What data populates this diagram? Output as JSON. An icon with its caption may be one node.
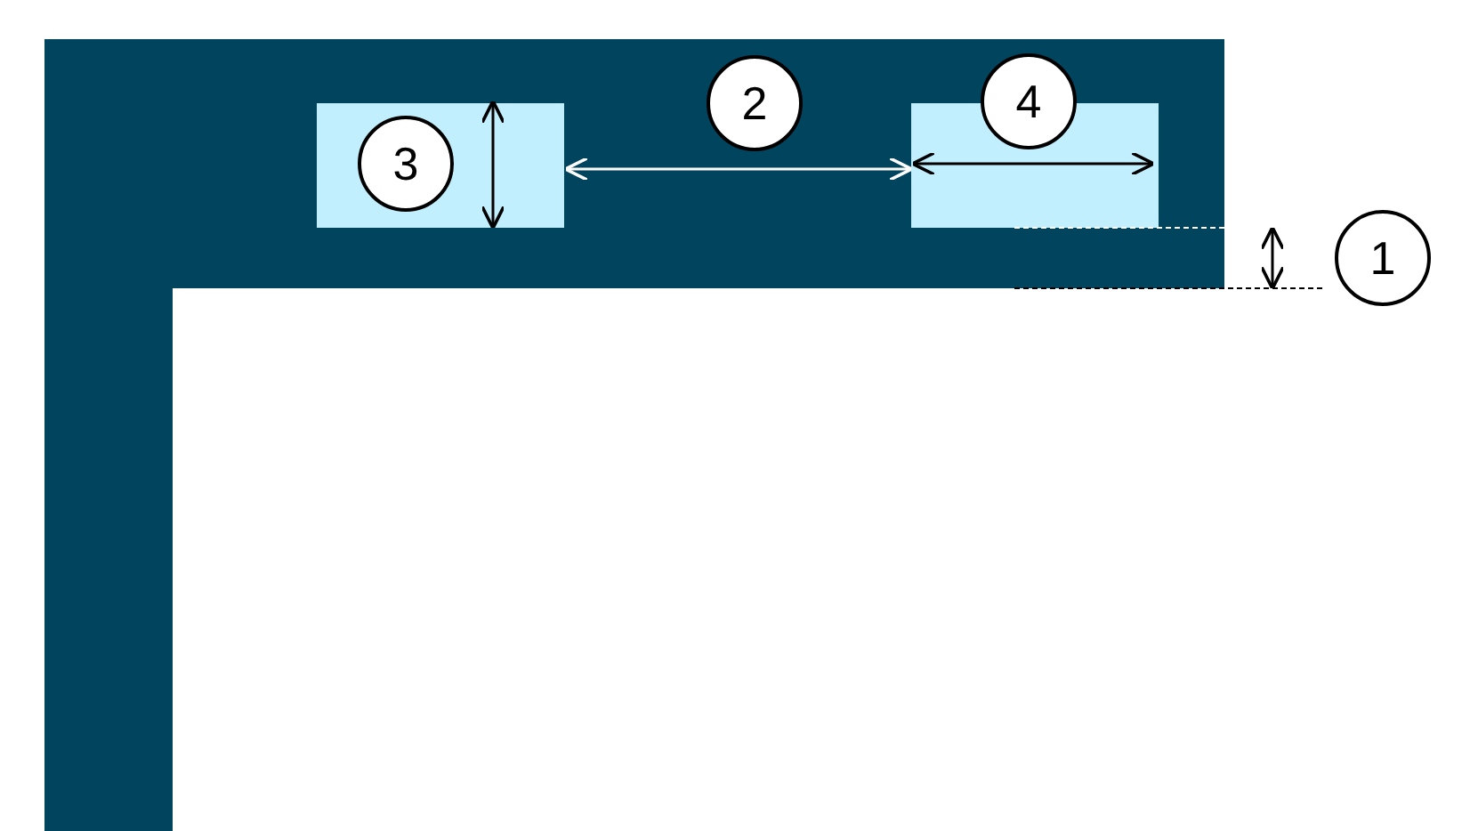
{
  "diagram": {
    "labels": [
      "3",
      "2",
      "4",
      "1"
    ]
  }
}
